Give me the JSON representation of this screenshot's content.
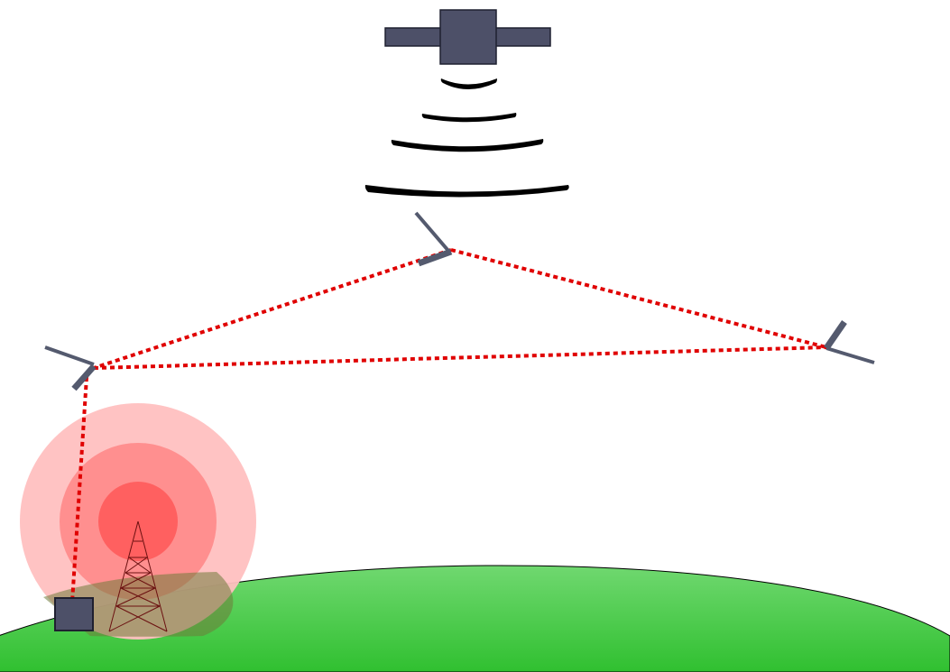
{
  "diagram": {
    "elements": {
      "satellite": "satellite-icon",
      "signal_waves": "signal-waves",
      "relay_node_top": "relay-antenna-icon",
      "relay_node_left": "relay-antenna-icon",
      "relay_node_right": "relay-antenna-icon",
      "ground_station": "ground-station-box",
      "transmission_tower": "tower-icon",
      "coverage_zone": "coverage-circles",
      "ground": "earth-hill",
      "links": "dotted-link-lines"
    },
    "colors": {
      "device_fill": "#4d5068",
      "device_stroke": "#2a2a3a",
      "antenna": "#545a6e",
      "wave": "#000000",
      "link": "#e00000",
      "coverage_outer": "#ffc0c0",
      "coverage_middle": "#ff8f8f",
      "coverage_inner": "#ff6060",
      "tower": "#6b1010",
      "ground_top": "#70d870",
      "ground_bottom": "#30c030"
    }
  }
}
